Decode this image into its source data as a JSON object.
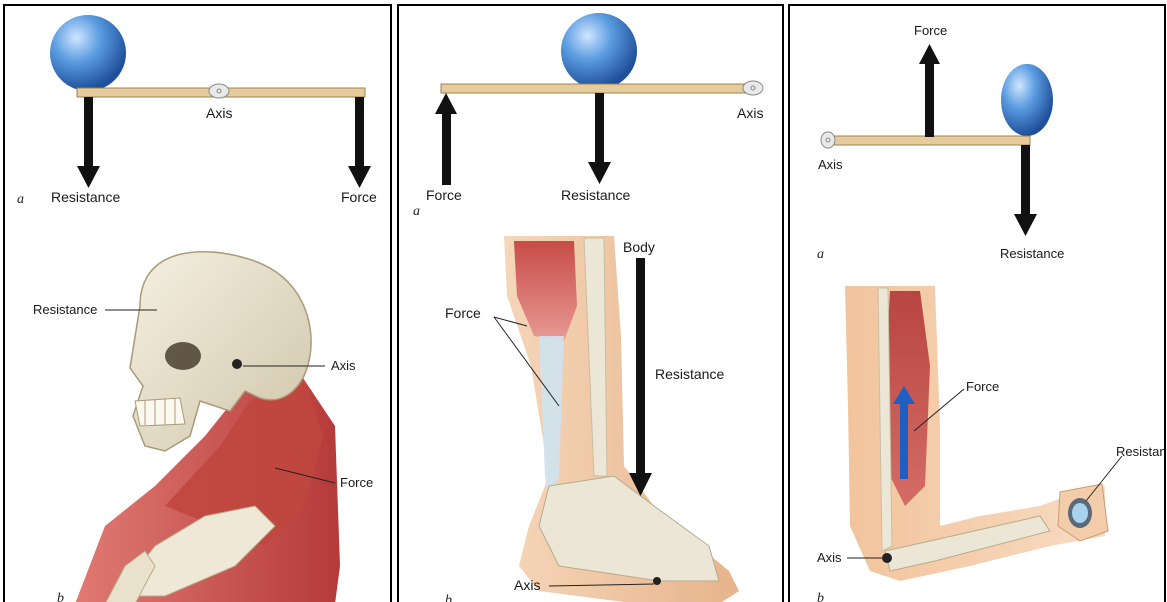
{
  "panel1": {
    "top": {
      "tag": "a",
      "resistance": "Resistance",
      "axis": "Axis",
      "force": "Force"
    },
    "bottom": {
      "tag": "b",
      "resistance": "Resistance",
      "axis": "Axis",
      "force": "Force"
    }
  },
  "panel2": {
    "top": {
      "tag": "a",
      "force": "Force",
      "resistance": "Resistance",
      "axis": "Axis"
    },
    "bottom": {
      "tag": "b",
      "body": "Body",
      "force": "Force",
      "resistance": "Resistance",
      "axis": "Axis"
    }
  },
  "panel3": {
    "top": {
      "tag": "a",
      "force": "Force",
      "axis": "Axis",
      "resistance": "Resistance"
    },
    "bottom": {
      "tag": "b",
      "force": "Force",
      "resistance": "Resistance",
      "axis": "Axis"
    }
  },
  "colors": {
    "ball": "#3b7fd0",
    "lever": "#e6cc9c",
    "muscle": "#c84b48",
    "bone": "#ece6d6",
    "skin": "#f2c9a4",
    "arrow_blue": "#1f5fc2"
  }
}
